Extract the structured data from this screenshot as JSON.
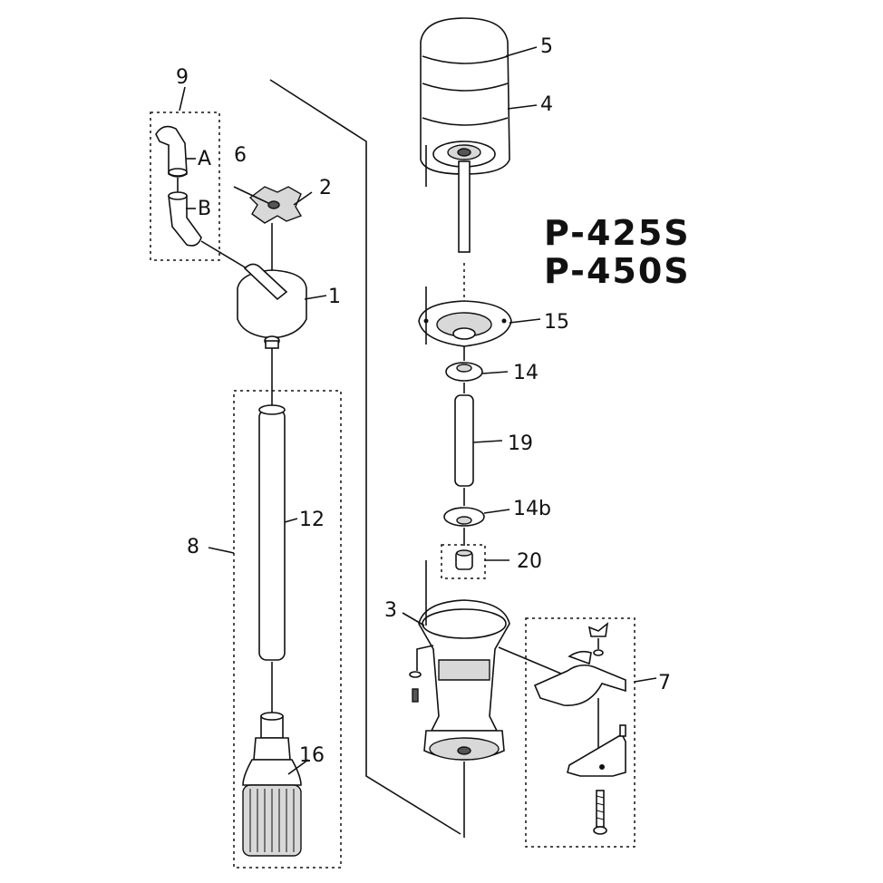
{
  "models": [
    "P-425S",
    "P-450S"
  ],
  "callouts": {
    "p1": "1",
    "p2": "2",
    "p3": "3",
    "p4": "4",
    "p5": "5",
    "p6": "6",
    "p7": "7",
    "p8": "8",
    "p9": "9",
    "p12": "12",
    "p14": "14",
    "p14b": "14b",
    "p15": "15",
    "p16": "16",
    "p19": "19",
    "p20": "20",
    "hoseA": "A",
    "hoseB": "B"
  }
}
